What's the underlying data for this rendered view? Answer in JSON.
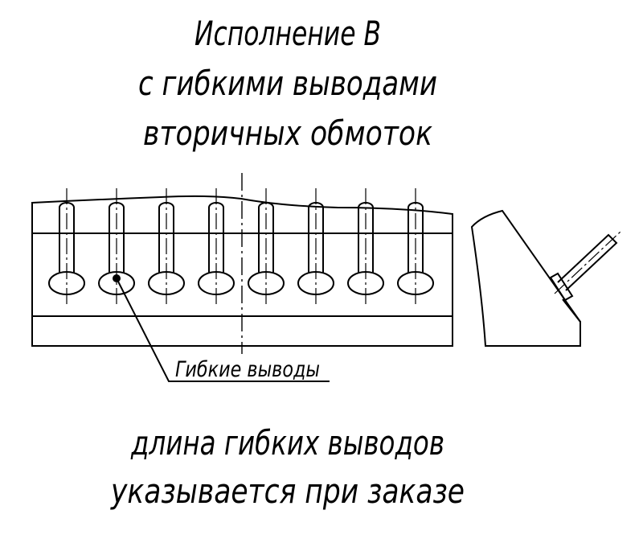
{
  "title": {
    "line1": "Исполнение В",
    "line2": "с гибкими выводами",
    "line3": "вторичных обмоток"
  },
  "callout_label": "Гибкие выводы",
  "note": {
    "line1": "длина гибких выводов",
    "line2": "указывается при заказе"
  },
  "terminal_count": 8
}
